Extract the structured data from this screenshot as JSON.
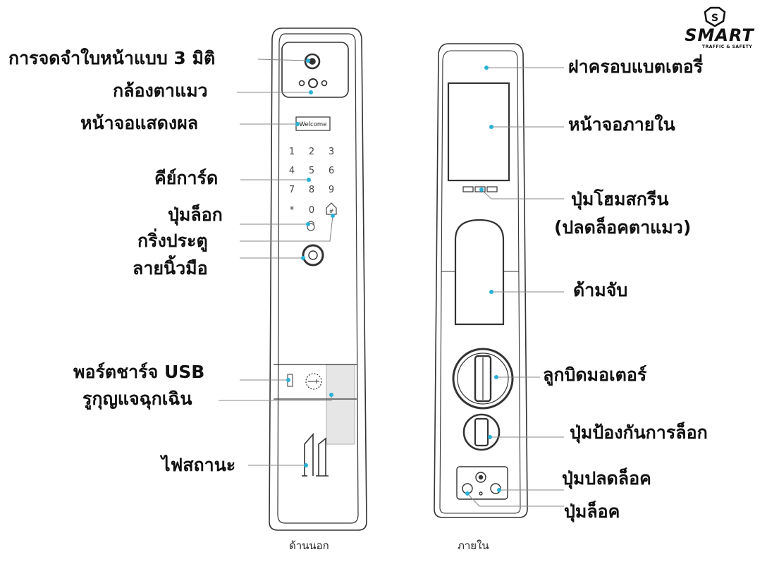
{
  "logo": {
    "brand": "SMART",
    "tagline": "TRAFFIC & SAFETY",
    "emblem": "S"
  },
  "outside": {
    "caption": "ด้านนอก",
    "screen_text": "Welcome",
    "keypad": [
      "1",
      "2",
      "3",
      "4",
      "5",
      "6",
      "7",
      "8",
      "9",
      "*",
      "0",
      "#"
    ],
    "labels": {
      "face_3d": "การจดจำใบหน้าแบบ 3 มิติ",
      "peephole_camera": "กล้องตาแมว",
      "display": "หน้าจอแสดงผล",
      "key_card": "คีย์การ์ด",
      "lock_button": "ปุ่มล็อก",
      "doorbell": "กริ่งประตู",
      "fingerprint": "ลายนิ้วมือ",
      "usb_port": "พอร์ตชาร์จ USB",
      "emergency_key": "รูกุญแจฉุกเฉิน",
      "status_light": "ไฟสถานะ"
    }
  },
  "inside": {
    "caption": "ภายใน",
    "labels": {
      "battery_cover": "ฝาครอบแบตเตอรี่",
      "inner_screen": "หน้าจอภายใน",
      "home_button_1": "ปุ่มโฮมสกรีน",
      "home_button_2": "(ปลดล็อคตาแมว)",
      "handle": "ด้ามจับ",
      "motor_knob": "ลูกบิดมอเตอร์",
      "anti_lock_button": "ปุ่มป้องกันการล็อก",
      "unlock_button": "ปุ่มปลดล็อค",
      "lock_button": "ปุ่มล็อค"
    }
  },
  "colors": {
    "line": "#333333",
    "leader": "#8a8a8a",
    "dot": "#2ab0d6",
    "panel": "#ffffff",
    "shade": "#e6e6e6"
  }
}
